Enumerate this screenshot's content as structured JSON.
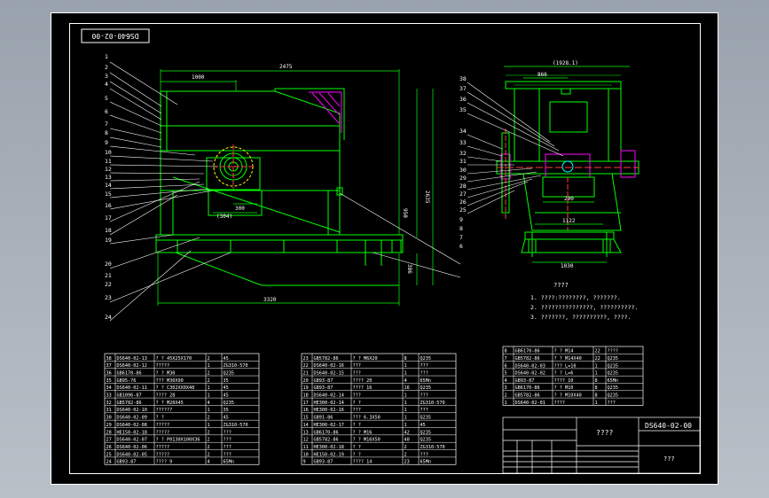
{
  "drawing": {
    "code_box": "DS640-02-00",
    "title_code": "DS640-02-00",
    "title_name": "????",
    "title_sub": "???"
  },
  "dimensions": {
    "left_top_1000": "1000",
    "left_top_2475": "2475",
    "left_300": "300",
    "left_304": "(304)",
    "left_950": "950",
    "left_2635": "2635",
    "left_386": "386",
    "left_3320": "3320",
    "right_1928": "(1928.1)",
    "right_866": "866",
    "right_290": "290",
    "right_1122": "1122",
    "right_1030": "1030"
  },
  "callouts_left": [
    "1",
    "2",
    "3",
    "4",
    "5",
    "6",
    "7",
    "8",
    "9",
    "10",
    "11",
    "12",
    "13",
    "14",
    "15",
    "16",
    "17",
    "18",
    "19",
    "20",
    "21",
    "22",
    "23",
    "24"
  ],
  "callouts_right": [
    "38",
    "37",
    "36",
    "35",
    "34",
    "33",
    "32",
    "31",
    "30",
    "29",
    "28",
    "27",
    "26",
    "25",
    "9",
    "8",
    "7",
    "6"
  ],
  "notes": {
    "title": "????",
    "lines": [
      "1. ????:????????, ???????.",
      "2. ???????????????, ??????????.",
      "3. ???????, ??????????, ????."
    ]
  },
  "bom_left": [
    [
      "38",
      "DS640-02-13",
      "? ?  45X25X170",
      "2",
      "45"
    ],
    [
      "37",
      "DS640-02-12",
      "?????",
      "1",
      "ZG310-570"
    ],
    [
      "36",
      "GB6170-86",
      "? ?  M30",
      "2",
      "Q235"
    ],
    [
      "35",
      "GB95-76",
      "???  M30X90",
      "2",
      "35"
    ],
    [
      "34",
      "DS640-02-11",
      "? ?  C302XX0X48",
      "1",
      "45"
    ],
    [
      "33",
      "GB1096-87",
      "????  28",
      "1",
      "45"
    ],
    [
      "32",
      "GB5782-86",
      "? ?  M20X45",
      "4",
      "Q235"
    ],
    [
      "31",
      "DS640-02-10",
      "??????",
      "1",
      "35"
    ],
    [
      "30",
      "DS640-02-09",
      "? ?",
      "2",
      "45"
    ],
    [
      "29",
      "DS640-02-08",
      "?????",
      "1",
      "ZG310-570"
    ],
    [
      "28",
      "HE150-02-18",
      "?????",
      "2",
      "???"
    ],
    [
      "27",
      "DS640-02-07",
      "? ?  P0130X100X36",
      "2",
      "???"
    ],
    [
      "26",
      "DS640-02-06",
      "?????",
      "2",
      "???"
    ],
    [
      "25",
      "DS640-02-05",
      "?????",
      "2",
      "???"
    ],
    [
      "24",
      "GB93-87",
      "????  9",
      "4",
      "65Mn"
    ]
  ],
  "bom_mid": [
    [
      "23",
      "GB5782-86",
      "? ?  M6X20",
      "8",
      "Q235"
    ],
    [
      "22",
      "DS640-02-16",
      "???",
      "1",
      "???"
    ],
    [
      "21",
      "DS640-02-15",
      "???",
      "1",
      "???"
    ],
    [
      "20",
      "GB93-87",
      "????  20",
      "4",
      "65Mn"
    ],
    [
      "19",
      "GB93-87",
      "????  16",
      "16",
      "Q235"
    ],
    [
      "18",
      "DS640-02-14",
      "???",
      "1",
      "???"
    ],
    [
      "17",
      "HE300-02-14",
      "? ?",
      "1",
      "ZG310-570"
    ],
    [
      "16",
      "HE300-02-16",
      "???",
      "1",
      "???"
    ],
    [
      "15",
      "GB91-86",
      "???  6.3X50",
      "1",
      "Q235"
    ],
    [
      "14",
      "HE300-02-17",
      "? ?",
      "1",
      "45"
    ],
    [
      "13",
      "GB6170-86",
      "? ?  M16",
      "42",
      "Q235"
    ],
    [
      "12",
      "GB5782-86",
      "? ?  M16X50",
      "40",
      "Q235"
    ],
    [
      "11",
      "HE300-02-18",
      "? ?",
      "2",
      "ZG310-570"
    ],
    [
      "10",
      "HE150-02-19",
      "? ?",
      "2",
      "???"
    ],
    [
      "9",
      "GB93-87",
      "????  14",
      "23",
      "65Mn"
    ]
  ],
  "bom_right": [
    [
      "8",
      "GB6170-86",
      "? ?  M14",
      "22",
      "????"
    ],
    [
      "7",
      "GB5782-86",
      "? ?  M14X40",
      "22",
      "Q235"
    ],
    [
      "6",
      "DS640-02-03",
      "???  L=10",
      "1",
      "Q235"
    ],
    [
      "5",
      "DS640-02-02",
      "? ?  L=6",
      "1",
      "Q235"
    ],
    [
      "4",
      "GB93-87",
      "????  10",
      "8",
      "65Mn"
    ],
    [
      "3",
      "GB6170-86",
      "? ?  M10",
      "8",
      "Q235"
    ],
    [
      "2",
      "GB5782-86",
      "? ?  M10X40",
      "8",
      "Q235"
    ],
    [
      "1",
      "DS640-02-01",
      "????",
      "1",
      "???"
    ]
  ],
  "colors": {
    "line": "#00ff00",
    "table": "#ffffff",
    "text": "#ffffff",
    "accent": "#ff00ff",
    "yellow": "#ffff00",
    "cyan": "#00ffff",
    "red": "#ff3b3b"
  }
}
